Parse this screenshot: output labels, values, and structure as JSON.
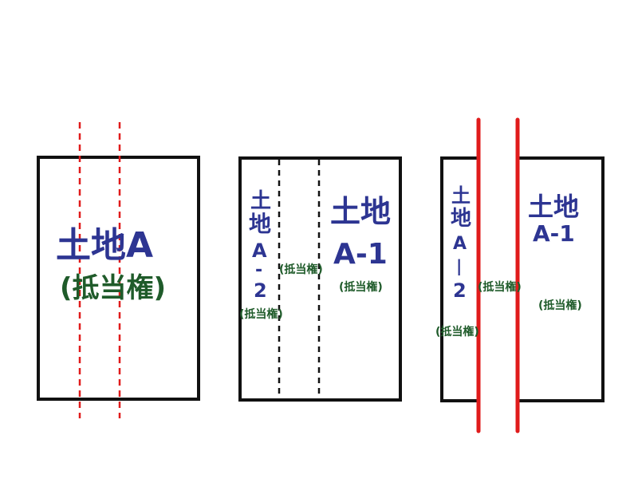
{
  "colors": {
    "outline": "#111111",
    "red": "#e01b1b",
    "dashed_black": "#111111",
    "blue_text": "#2d3592",
    "green_text": "#1f5b2a"
  },
  "panels": [
    {
      "land_label": "土地A",
      "mortgage_label": "(抵当権)"
    },
    {
      "parcel_a1": {
        "name": "土地",
        "code": "A-1"
      },
      "parcel_a2": {
        "name": "土地",
        "code": "A-2"
      },
      "mortgage_a1": "(抵当権)",
      "mortgage_a2": "(抵当権)",
      "mortgage_strip": "(抵当権)"
    },
    {
      "parcel_a1": {
        "name": "土地",
        "code": "A-1"
      },
      "parcel_a2": {
        "name": "土地",
        "code": "A-2"
      },
      "mortgage_a1": "(抵当権)",
      "mortgage_a2": "(抵当権)",
      "mortgage_strip": "(抵当権)"
    }
  ]
}
